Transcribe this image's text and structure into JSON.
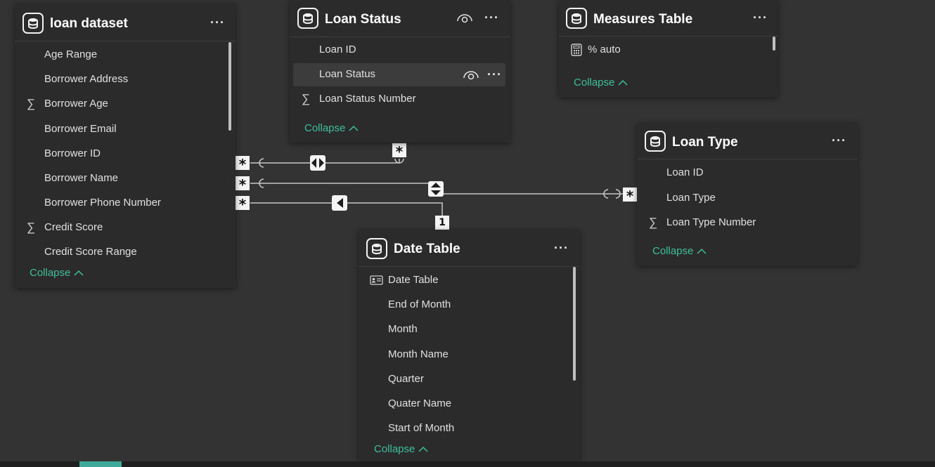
{
  "loan_dataset": {
    "title": "loan dataset",
    "fields": [
      {
        "label": "Age Range",
        "icon": ""
      },
      {
        "label": "Borrower Address",
        "icon": ""
      },
      {
        "label": "Borrower Age",
        "icon": "sigma-icon"
      },
      {
        "label": "Borrower Email",
        "icon": ""
      },
      {
        "label": "Borrower ID",
        "icon": ""
      },
      {
        "label": "Borrower Name",
        "icon": ""
      },
      {
        "label": "Borrower Phone Number",
        "icon": ""
      },
      {
        "label": "Credit Score",
        "icon": "sigma-icon"
      },
      {
        "label": "Credit Score Range",
        "icon": ""
      }
    ],
    "collapse_label": "Collapse"
  },
  "loan_status": {
    "title": "Loan Status",
    "fields": [
      {
        "label": "Loan ID",
        "icon": ""
      },
      {
        "label": "Loan Status",
        "icon": ""
      },
      {
        "label": "Loan Status Number",
        "icon": "sigma-icon"
      }
    ],
    "collapse_label": "Collapse"
  },
  "measures_table": {
    "title": "Measures Table",
    "fields": [
      {
        "label": "% auto",
        "icon": "calculator-icon"
      }
    ],
    "collapse_label": "Collapse"
  },
  "loan_type": {
    "title": "Loan Type",
    "fields": [
      {
        "label": "Loan ID",
        "icon": ""
      },
      {
        "label": "Loan Type",
        "icon": ""
      },
      {
        "label": "Loan Type Number",
        "icon": "sigma-icon"
      }
    ],
    "collapse_label": "Collapse"
  },
  "date_table": {
    "title": "Date Table",
    "fields": [
      {
        "label": "Date Table",
        "icon": "id-card-icon"
      },
      {
        "label": "End of Month",
        "icon": ""
      },
      {
        "label": "Month",
        "icon": ""
      },
      {
        "label": "Month Name",
        "icon": ""
      },
      {
        "label": "Quarter",
        "icon": ""
      },
      {
        "label": "Quater Name",
        "icon": ""
      },
      {
        "label": "Start of Month",
        "icon": ""
      }
    ],
    "collapse_label": "Collapse"
  },
  "relationships": {
    "many_symbol": "*",
    "one_symbol": "1"
  },
  "colors": {
    "canvas": "#333333",
    "card": "#2b2b2b",
    "accent_teal": "#3fbf9a",
    "line": "#c8c8c8"
  }
}
